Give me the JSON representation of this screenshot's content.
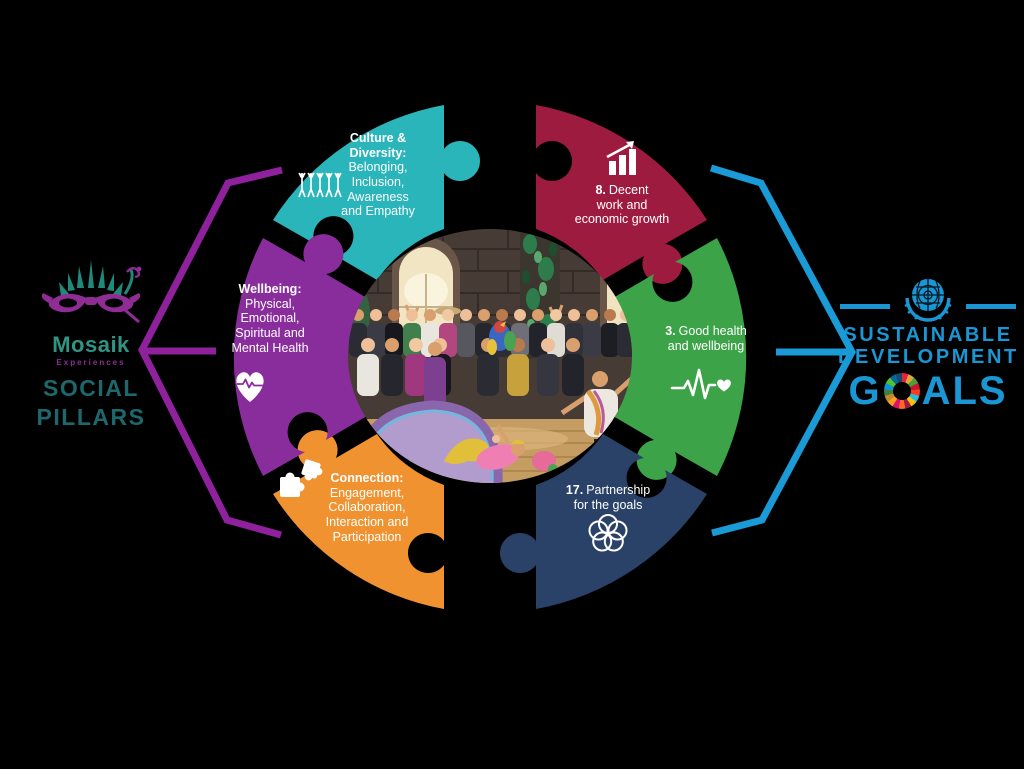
{
  "background": "#000000",
  "left_logo": {
    "brand": "Mosaik",
    "sub": "Experiences",
    "title_line1": "SOCIAL",
    "title_line2": "PILLARS",
    "brand_color": "#2f9483",
    "sub_color": "#8f2d95",
    "title_color": "#1d686d",
    "mask_purple": "#8f2d95",
    "feather_teal": "#1f8a7c"
  },
  "brackets": {
    "left": {
      "color": "#8f219d"
    },
    "right": {
      "color": "#1a9ad6"
    }
  },
  "pieces": [
    {
      "id": "culture-diversity",
      "heading": "Culture &\nDiversity:",
      "body": "Belonging,\nInclusion,\nAwareness\nand Empathy",
      "color": "#2ab5ba",
      "icon": "people-group-icon"
    },
    {
      "id": "sdg-8",
      "num": "8.",
      "body": "Decent\nwork and\neconomic growth",
      "color": "#9e1b40",
      "icon": "growth-chart-icon"
    },
    {
      "id": "sdg-3",
      "num": "3.",
      "body": "Good health\nand wellbeing",
      "color": "#3ca349",
      "icon": "heartbeat-icon"
    },
    {
      "id": "sdg-17",
      "num": "17.",
      "body": "Partnership\nfor the goals",
      "color": "#2a4168",
      "icon": "partnership-icon"
    },
    {
      "id": "connection",
      "heading": "Connection:",
      "body": "Engagement,\nCollaboration,\nInteraction and\nParticipation",
      "color": "#f0922f",
      "icon": "puzzle-pieces-icon"
    },
    {
      "id": "wellbeing",
      "heading": "Wellbeing:",
      "body": "Physical,\nEmotional,\nSpiritual and\nMental Health",
      "color": "#8a2d9c",
      "icon": "heart-pulse-icon"
    }
  ],
  "sdg_logo": {
    "line1": "SUSTAINABLE",
    "line2": "DEVELOPMENT",
    "goals_g": "G",
    "goals_rest": "ALS",
    "color": "#1a96d4",
    "wheel_colors": [
      "#e5243b",
      "#dda63a",
      "#4c9f38",
      "#c5192d",
      "#ff3a21",
      "#26bde2",
      "#fcc30b",
      "#a21942",
      "#fd6925",
      "#dd1367",
      "#fd9d24",
      "#bf8b2e",
      "#3f7e44",
      "#0a97d9",
      "#56c02b",
      "#00689d",
      "#19486a"
    ]
  },
  "photo": {
    "alt": "Group of people in colourful carnival costumes posing in front of a bluestone building"
  }
}
